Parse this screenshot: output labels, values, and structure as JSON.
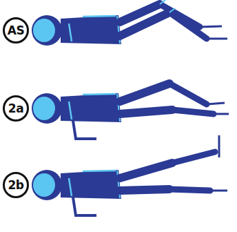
{
  "diagram": {
    "nodes": [
      {
        "text": [
          "AS"
        ]
      },
      {
        "text": [
          "2a"
        ]
      },
      {
        "text": [
          "2b"
        ]
      }
    ]
  }
}
